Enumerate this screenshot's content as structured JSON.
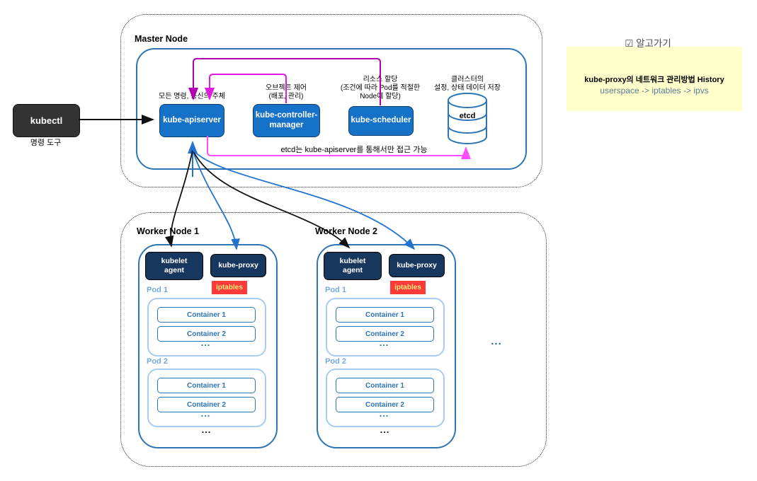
{
  "colors": {
    "component_blue": "#1672C8",
    "component_navy": "#17375E",
    "node_border_blue": "#2E75B6",
    "pod_border_blue": "#A8CCF0",
    "pod_label_blue": "#74A9E0",
    "container_text_blue": "#2E75B6",
    "iptables_red": "#FB3A3A",
    "iptables_text_yellow": "#FFE97A",
    "arrow_blue": "#2273CF",
    "arrow_black": "#111111",
    "magenta_scheduler_loop": "#B100B1",
    "magenta_controller_loop": "#E01AE0",
    "pink_etcd_arrow": "#FF4DFF",
    "note_bg_yellow": "#FFFFCC",
    "note_line2_blue_gray": "#5B7B95",
    "kubectl_dark": "#333333"
  },
  "kubectl": {
    "label": "kubectl",
    "sublabel": "명령 도구"
  },
  "master": {
    "title": "Master Node",
    "components": {
      "apiserver": {
        "label": "kube-apiserver",
        "note": "모든 명령, 통신의 주체"
      },
      "controller_manager": {
        "label": "kube-controller-\nmanager",
        "note": "오브젝트 제어\n(배포, 관리)"
      },
      "scheduler": {
        "label": "kube-scheduler",
        "note": "리소스 할당\n(조건에 따라 Pod를 적절한\nNode에 할당)"
      },
      "etcd": {
        "label": "etcd",
        "note": "클러스터의\n설정, 상태 데이터 저장"
      }
    },
    "etcd_access_note": "etcd는 kube-apiserver를 통해서만 접근 가능"
  },
  "workers": [
    {
      "title": "Worker Node 1",
      "kubelet_label": "kubelet\nagent",
      "kube_proxy_label": "kube-proxy",
      "iptables_label": "iptables",
      "pods": [
        {
          "title": "Pod 1",
          "containers": [
            "Container 1",
            "Container 2"
          ],
          "more": "..."
        },
        {
          "title": "Pod 2",
          "containers": [
            "Container 1",
            "Container 2"
          ],
          "more": "..."
        }
      ],
      "more_pods": "..."
    },
    {
      "title": "Worker Node 2",
      "kubelet_label": "kubelet\nagent",
      "kube_proxy_label": "kube-proxy",
      "iptables_label": "iptables",
      "pods": [
        {
          "title": "Pod 1",
          "containers": [
            "Container 1",
            "Container 2"
          ],
          "more": "..."
        },
        {
          "title": "Pod 2",
          "containers": [
            "Container 1",
            "Container 2"
          ],
          "more": "..."
        }
      ],
      "more_pods": "..."
    }
  ],
  "more_workers": "...",
  "note": {
    "icon": "☑",
    "title": "알고가기",
    "line1": "kube-proxy의 네트워크 관리방법 History",
    "line2": "userspace -> iptables -> ipvs"
  }
}
